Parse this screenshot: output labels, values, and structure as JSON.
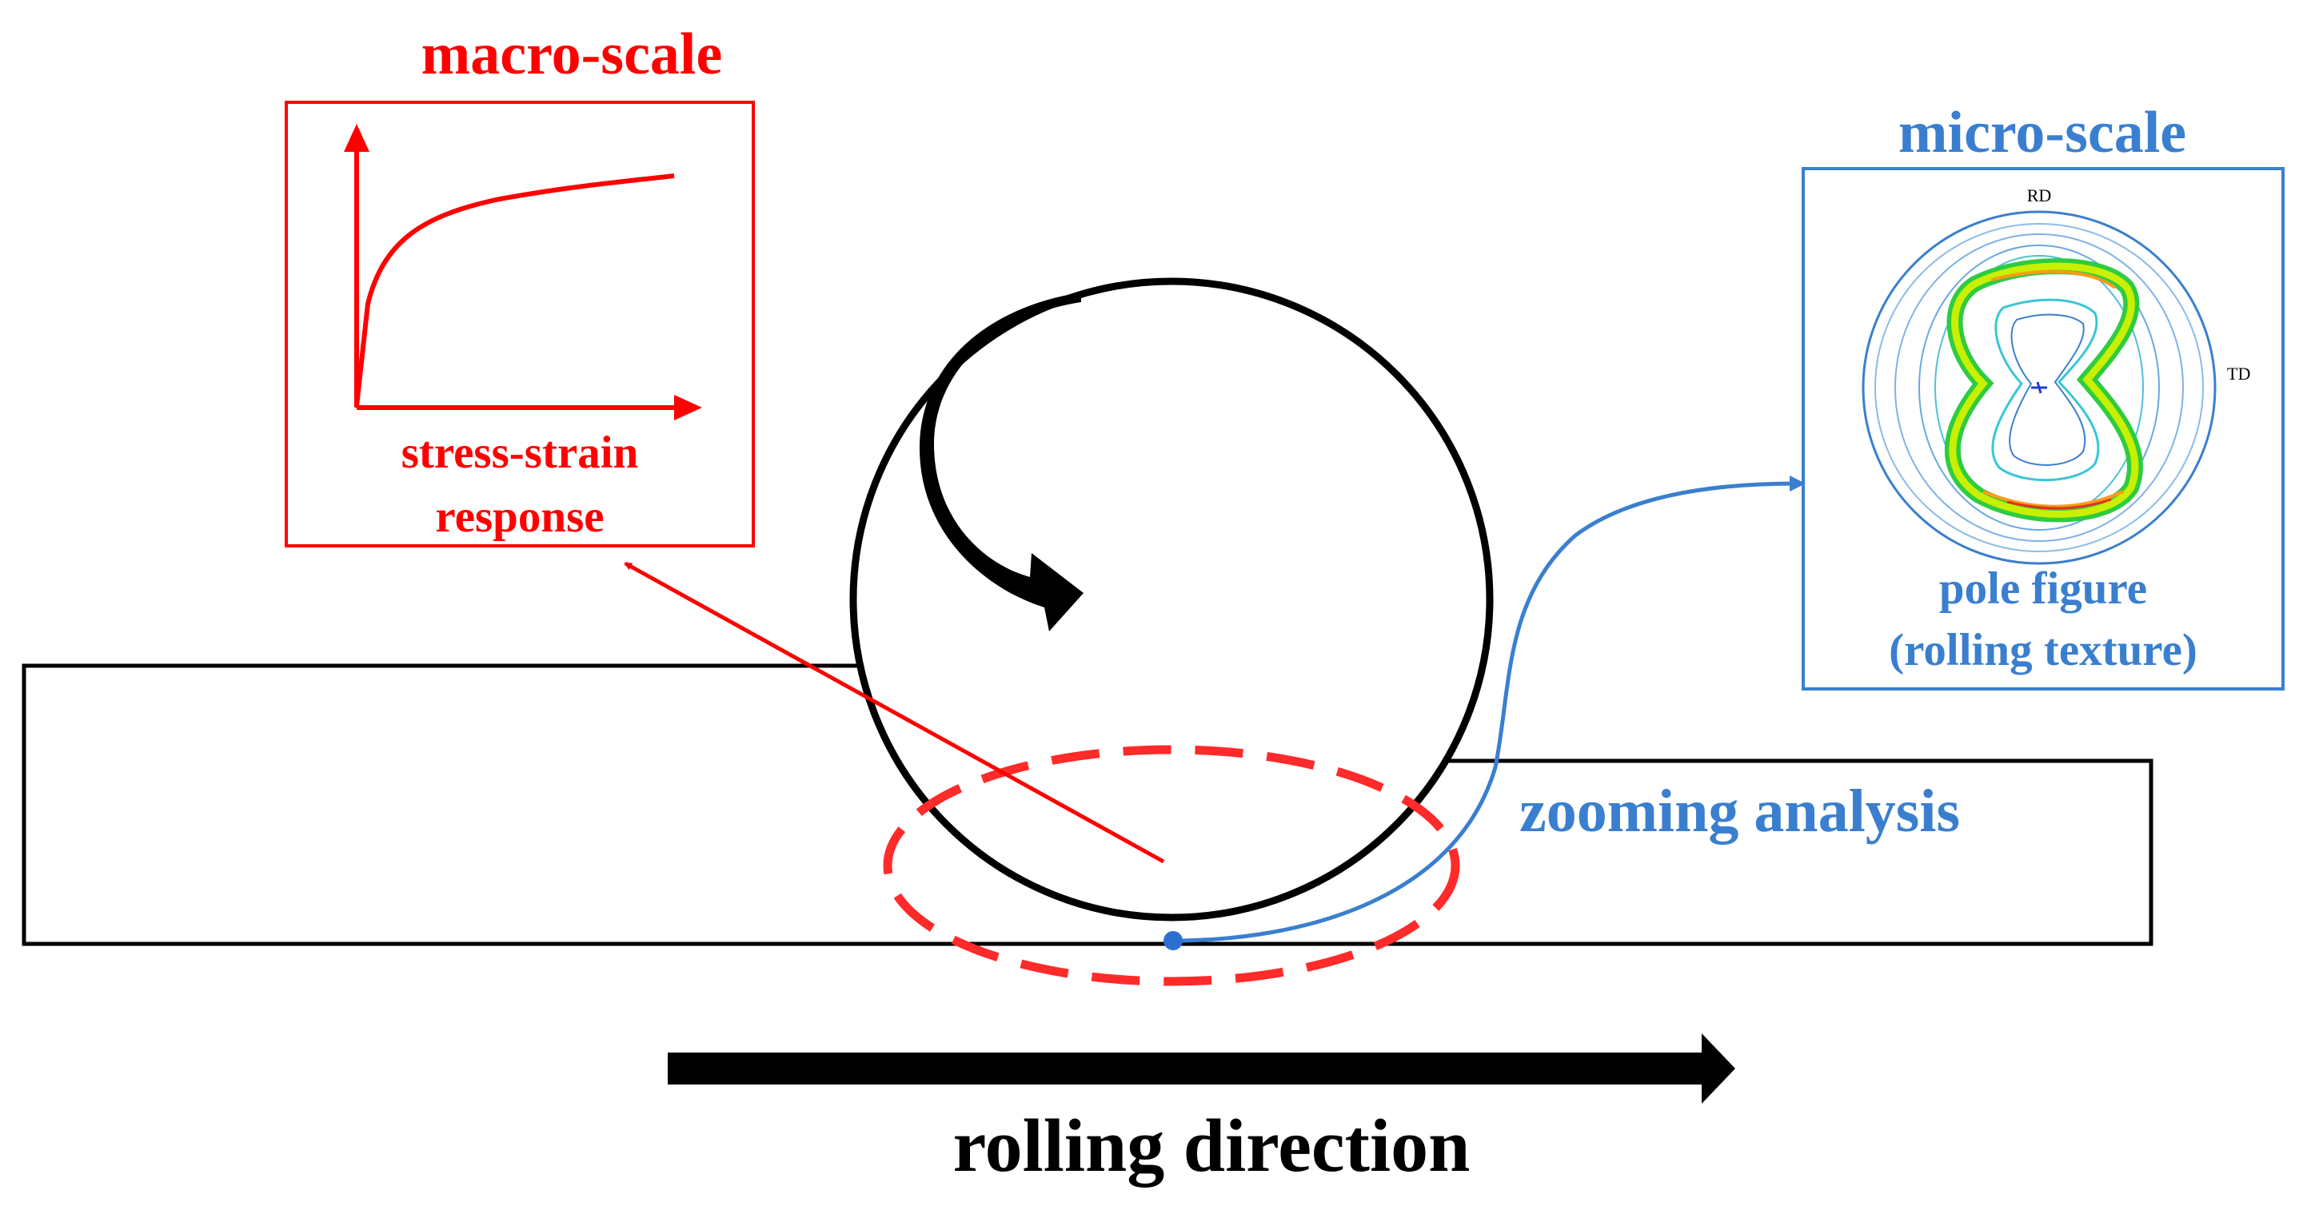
{
  "macro": {
    "title": "macro-scale",
    "caption_line1": "stress-strain",
    "caption_line2": "response"
  },
  "micro": {
    "title": "micro-scale",
    "rd_label": "RD",
    "td_label": "TD",
    "caption_line1": "pole figure",
    "caption_line2": "(rolling texture)"
  },
  "zoom_label": "zooming analysis",
  "direction_label": "rolling direction",
  "colors": {
    "macro": "#ff0000",
    "micro": "#3a7fcf",
    "ink": "#000000"
  }
}
